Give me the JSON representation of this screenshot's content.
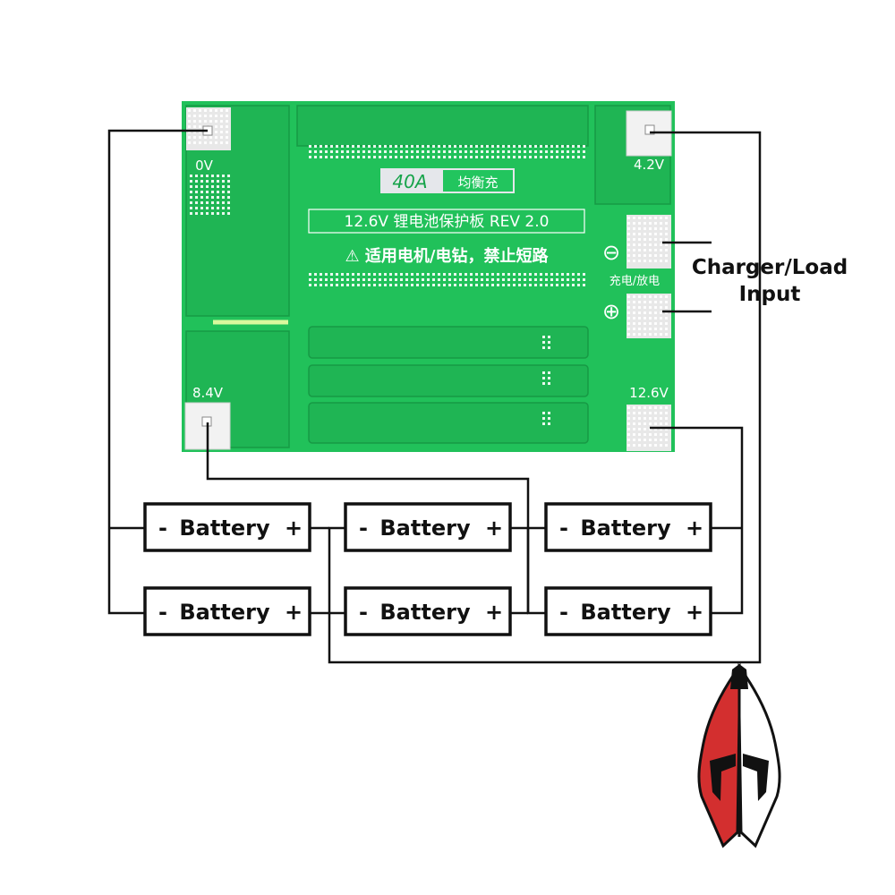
{
  "board": {
    "model_tag": "40A",
    "model_tag_sub": "均衡充",
    "title_line": "12.6V 锂电池保护板 REV 2.0",
    "warning_line": "⚠ 适用电机/电钻，禁止短路",
    "pad_0v": "0V",
    "pad_42v": "4.2V",
    "pad_84v": "8.4V",
    "pad_126v": "12.6V",
    "pad_minus_symbol": "⊖",
    "pad_plus_symbol": "⊕",
    "pad_charge_label": "充电/放电"
  },
  "connector_label": {
    "line1": "Charger/Load",
    "line2": "Input"
  },
  "batteries": {
    "row1": [
      {
        "minus": "-",
        "label": "Battery",
        "plus": "+"
      },
      {
        "minus": "-",
        "label": "Battery",
        "plus": "+"
      },
      {
        "minus": "-",
        "label": "Battery",
        "plus": "+"
      }
    ],
    "row2": [
      {
        "minus": "-",
        "label": "Battery",
        "plus": "+"
      },
      {
        "minus": "-",
        "label": "Battery",
        "plus": "+"
      },
      {
        "minus": "-",
        "label": "Battery",
        "plus": "+"
      }
    ]
  },
  "colors": {
    "pcb": "#22c55e",
    "pcb_dark": "#16a34a",
    "wire": "#111111",
    "logo_red": "#d32f2f"
  }
}
